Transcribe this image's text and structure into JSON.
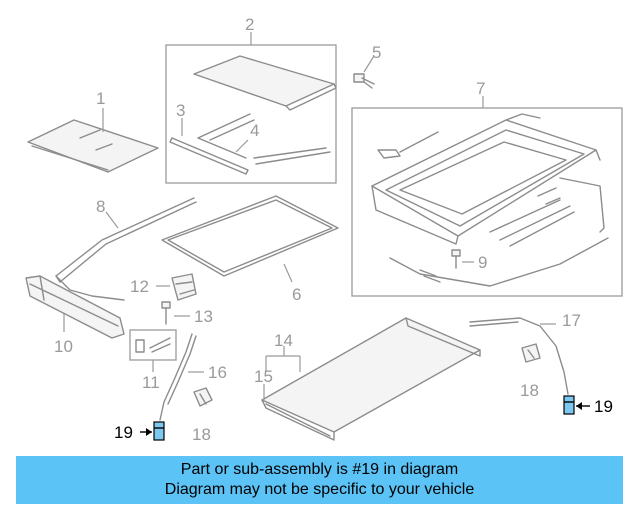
{
  "callouts": {
    "c1": "1",
    "c2": "2",
    "c3": "3",
    "c4": "4",
    "c5": "5",
    "c6": "6",
    "c7": "7",
    "c8": "8",
    "c9": "9",
    "c10": "10",
    "c11": "11",
    "c12": "12",
    "c13": "13",
    "c14": "14",
    "c15": "15",
    "c16": "16",
    "c17": "17",
    "c18a": "18",
    "c18b": "18",
    "c19a": "19",
    "c19b": "19"
  },
  "highlighted_part": "19",
  "colors": {
    "banner": "#5bc3f5",
    "highlight": "#7dc8f0",
    "line": "#8c8c8c",
    "label": "#9a9a9a"
  },
  "banner": {
    "line1": "Part or sub-assembly is #19 in diagram",
    "line2": "Diagram may not be specific to your vehicle"
  }
}
